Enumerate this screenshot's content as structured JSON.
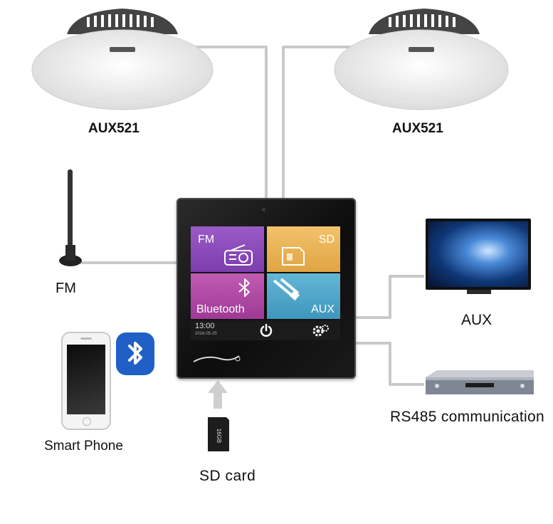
{
  "speakers": {
    "left_label": "AUX521",
    "right_label": "AUX521"
  },
  "antenna": {
    "label": "FM"
  },
  "phone": {
    "label": "Smart Phone"
  },
  "sd_card": {
    "label": "SD card"
  },
  "tv": {
    "label": "AUX"
  },
  "dvr": {
    "label": "RS485 communication"
  },
  "panel": {
    "tiles": {
      "fm": "FM",
      "sd": "SD",
      "bluetooth": "Bluetooth",
      "aux": "AUX"
    },
    "time": "13:00",
    "date": "2016-05-25"
  },
  "colors": {
    "tile_fm": "#8a4bbb",
    "tile_sd": "#ebb45a",
    "tile_bluetooth": "#b24ba6",
    "tile_aux": "#52a8cb",
    "bluetooth_badge": "#1f5fc6",
    "connector_line": "#c8c8c8"
  }
}
